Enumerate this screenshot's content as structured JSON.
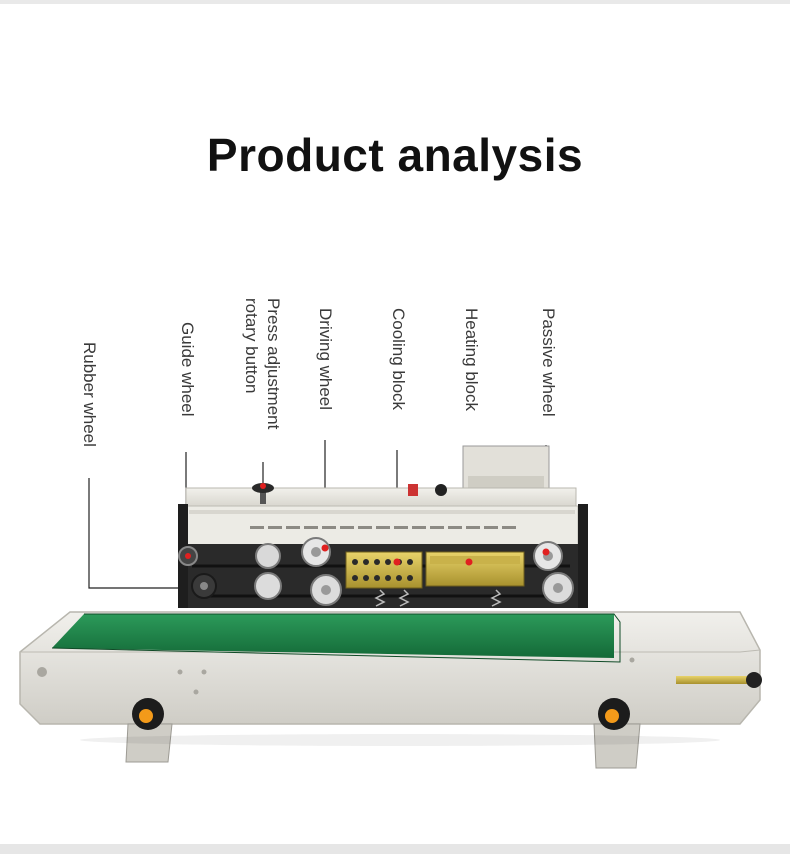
{
  "header": {
    "title": "Product analysis"
  },
  "labels": [
    {
      "id": "rubber-wheel",
      "text": "Rubber wheel"
    },
    {
      "id": "guide-wheel",
      "text": "Guide wheel"
    },
    {
      "id": "press-adjustment",
      "text": "Press adjustment rotary button"
    },
    {
      "id": "driving-wheel",
      "text": "Driving wheel"
    },
    {
      "id": "cooling-block",
      "text": "Cooling block"
    },
    {
      "id": "heating-block",
      "text": "Heating block"
    },
    {
      "id": "passive-wheel",
      "text": "Passive wheel"
    }
  ],
  "colors": {
    "belt": "#1e7a45",
    "machine_body": "#e8e6e0",
    "knob": "#f39a1a",
    "pointer_dot": "#e02020",
    "panel_dark": "#2a2a2a"
  }
}
